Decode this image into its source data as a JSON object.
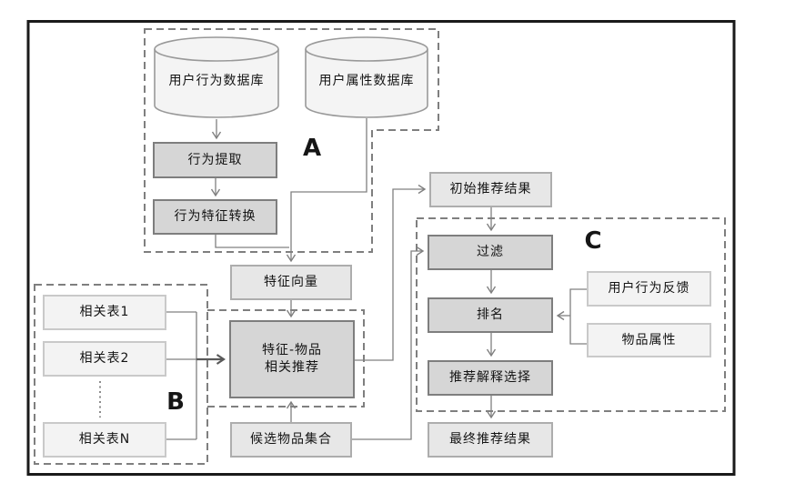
{
  "nodes": {
    "behavior_db": "用户行为数据库",
    "attr_db": "用户属性数据库",
    "behavior_extract": "行为提取",
    "behavior_transform": "行为特征转换",
    "feature_vector": "特征向量",
    "feature_item_rec": "特征-物品\n相关推荐",
    "related_table_1": "相关表1",
    "related_table_2": "相关表2",
    "related_table_n": "相关表N",
    "candidate_set": "候选物品集合",
    "initial_result": "初始推荐结果",
    "filter": "过滤",
    "ranking": "排名",
    "explain_select": "推荐解释选择",
    "final_result": "最终推荐结果",
    "user_feedback": "用户行为反馈",
    "item_attr": "物品属性"
  },
  "region_labels": {
    "a": "A",
    "b": "B",
    "c": "C"
  },
  "colors": {
    "node_dark_fill": "#d6d6d6",
    "node_dark_border": "#7e7e7e",
    "node_medium_fill": "#e7e7e7",
    "node_medium_border": "#adadad",
    "node_light_fill": "#f3f3f3",
    "node_light_border": "#c9c9c9",
    "cylinder_fill": "#f4f4f4",
    "cylinder_border": "#999999",
    "connector": "#808080",
    "bold_connector": "#595959",
    "dashed_region_border": "#7f7f7f",
    "outer_border": "#1a1a1a"
  }
}
